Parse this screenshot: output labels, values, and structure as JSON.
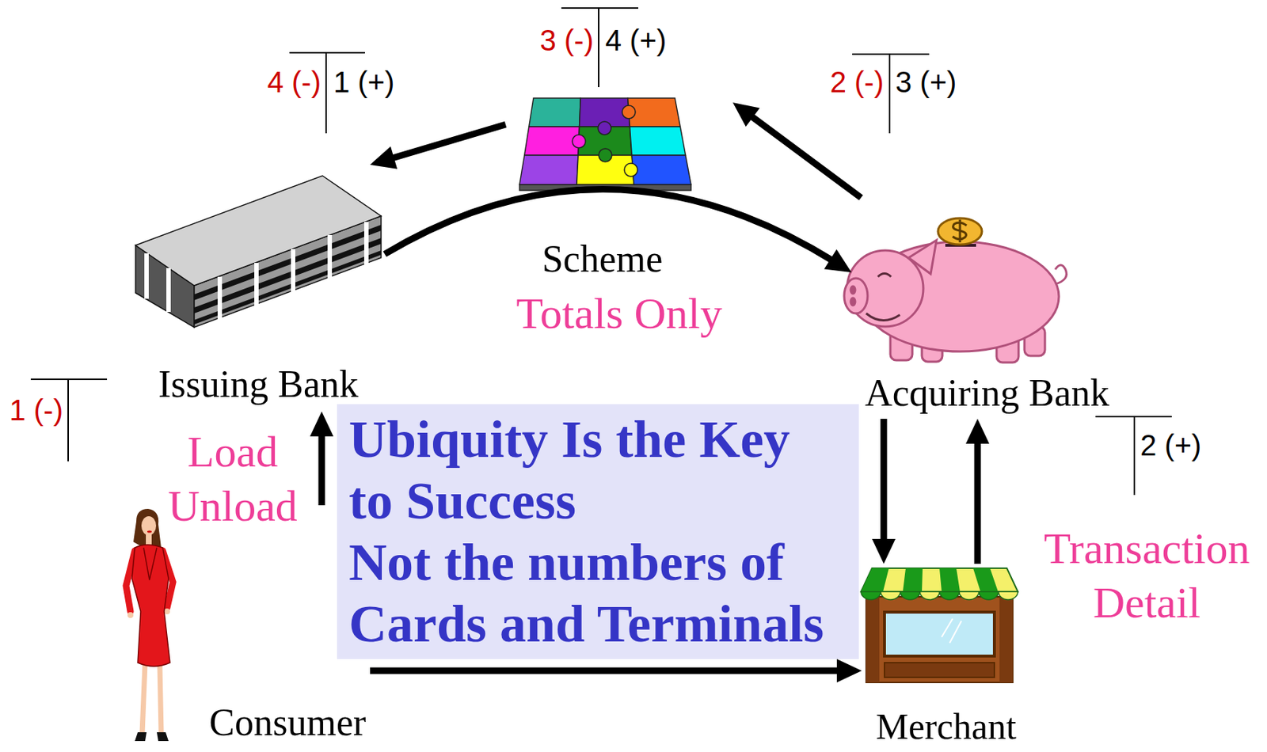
{
  "diagram": {
    "nodes": [
      {
        "text": [
          "Scheme",
          "Totals Only"
        ]
      },
      {
        "text": [
          "Issuing Bank"
        ]
      },
      {
        "text": [
          "Acquiring Bank"
        ]
      },
      {
        "text": [
          "Ubiquity Is the Key to Success",
          "Not the numbers of Cards and Terminals"
        ]
      },
      {
        "text": [
          "Consumer"
        ]
      },
      {
        "text": [
          "Merchant"
        ]
      }
    ],
    "edges": [
      {
        "from": 0,
        "to": 1,
        "arrow": "to"
      },
      {
        "from": 2,
        "to": 0,
        "arrow": "to"
      },
      {
        "from": 1,
        "to": 2,
        "arrow": "to"
      },
      {
        "from": 4,
        "to": 1,
        "label": "Load Unload",
        "arrow": "to"
      },
      {
        "from": 4,
        "to": 5,
        "arrow": "to"
      },
      {
        "from": 2,
        "to": 5,
        "arrow": "to"
      },
      {
        "from": 5,
        "to": 2,
        "label": "Transaction Detail",
        "arrow": "to"
      }
    ],
    "labels": [
      "3 (-)",
      "4 (+)",
      "4 (-)",
      "1 (+)",
      "2 (-)",
      "3 (+)",
      "1 (-)",
      "2 (+)"
    ]
  }
}
